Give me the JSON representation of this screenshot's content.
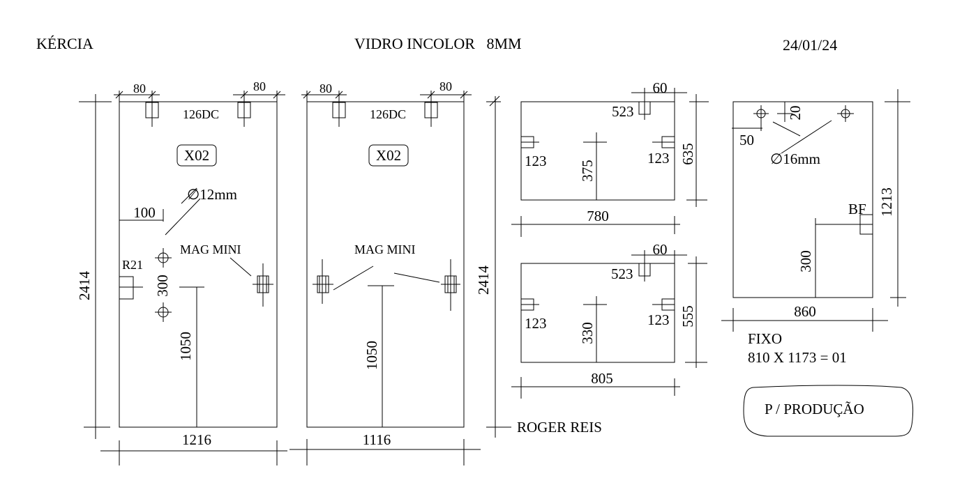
{
  "header": {
    "client": "KÉRCIA",
    "glass": "VIDRO INCOLOR   8MM",
    "date": "24/01/24"
  },
  "panel1": {
    "width": "1216",
    "height": "2414",
    "top_offset_left": "80",
    "top_offset_right": "80",
    "hinge_code": "126DC",
    "tag": "X02",
    "hole_diameter": "∅12mm",
    "hole_edge_offset": "100",
    "lock_label": "R21",
    "hole_spacing": "300",
    "magnet_label": "MAG MINI",
    "handle_height": "1050"
  },
  "panel2": {
    "width": "1116",
    "height": "2414",
    "top_offset_left": "80",
    "top_offset_right": "80",
    "hinge_code": "126DC",
    "tag": "X02",
    "magnet_label": "MAG MINI",
    "handle_height": "1050"
  },
  "panel3": {
    "width": "780",
    "height": "635",
    "top_offset": "60",
    "cut_top": "523",
    "cut_left": "123",
    "cut_right": "123",
    "center_height": "375"
  },
  "panel4": {
    "width": "805",
    "height": "555",
    "top_offset": "60",
    "cut_top": "523",
    "cut_left": "123",
    "cut_right": "123",
    "center_height": "330"
  },
  "panel5": {
    "width": "860",
    "height": "1213",
    "hole_top_offset": "20",
    "hole_edge_offset": "50",
    "hole_diameter": "∅16mm",
    "fitting_label": "BF",
    "fitting_height": "300",
    "fixed_label": "FIXO",
    "fixed_size": "810 X 1173 = 01"
  },
  "footer": {
    "signature": "ROGER REIS",
    "stamp": "P / PRODUÇÃO"
  }
}
